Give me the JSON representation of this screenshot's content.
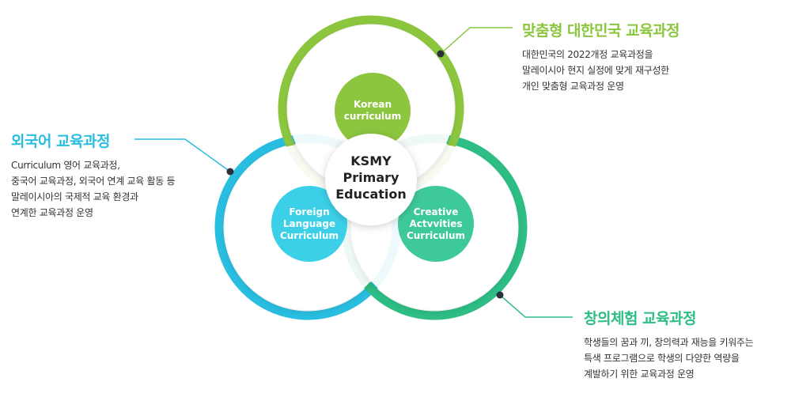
{
  "colors": {
    "green": "#8cc63f",
    "blue": "#29bde0",
    "teal": "#2dbd85",
    "korean_badge": "#8cc63f",
    "foreign_badge": "#3cd0e8",
    "creative_badge": "#3ec99b",
    "text_dark": "#222222",
    "connector": "#2b2f3a"
  },
  "center": {
    "line1": "KSMY",
    "line2": "Primary",
    "line3": "Education"
  },
  "badges": {
    "korean": {
      "line1": "Korean",
      "line2": "curriculum"
    },
    "foreign": {
      "line1": "Foreign",
      "line2": "Language",
      "line3": "Curriculum"
    },
    "creative": {
      "line1": "Creative",
      "line2": "Actvvities",
      "line3": "Curriculum"
    }
  },
  "sections": {
    "korean": {
      "title": "맞춤형 대한민국 교육과정",
      "lines": [
        "대한민국의 2022개정 교육과정을",
        "말레이시아 현지 실정에 맞게 재구성한",
        "개인 맞춤형 교육과정 운영"
      ]
    },
    "foreign": {
      "title": "외국어 교육과정",
      "lines": [
        "Curriculum 영어 교육과정,",
        "중국어 교육과정, 외국어 연계 교육 활동 등",
        "말레이시아의 국제적 교육 환경과",
        "연계한 교육과정 운영"
      ]
    },
    "creative": {
      "title": "창의체험 교육과정",
      "lines": [
        "학생들의 꿈과 끼, 창의력과 재능을 키워주는",
        "특색 프로그램으로 학생의 다양한 역량을",
        "계발하기 위한 교육과정 운영"
      ]
    }
  }
}
